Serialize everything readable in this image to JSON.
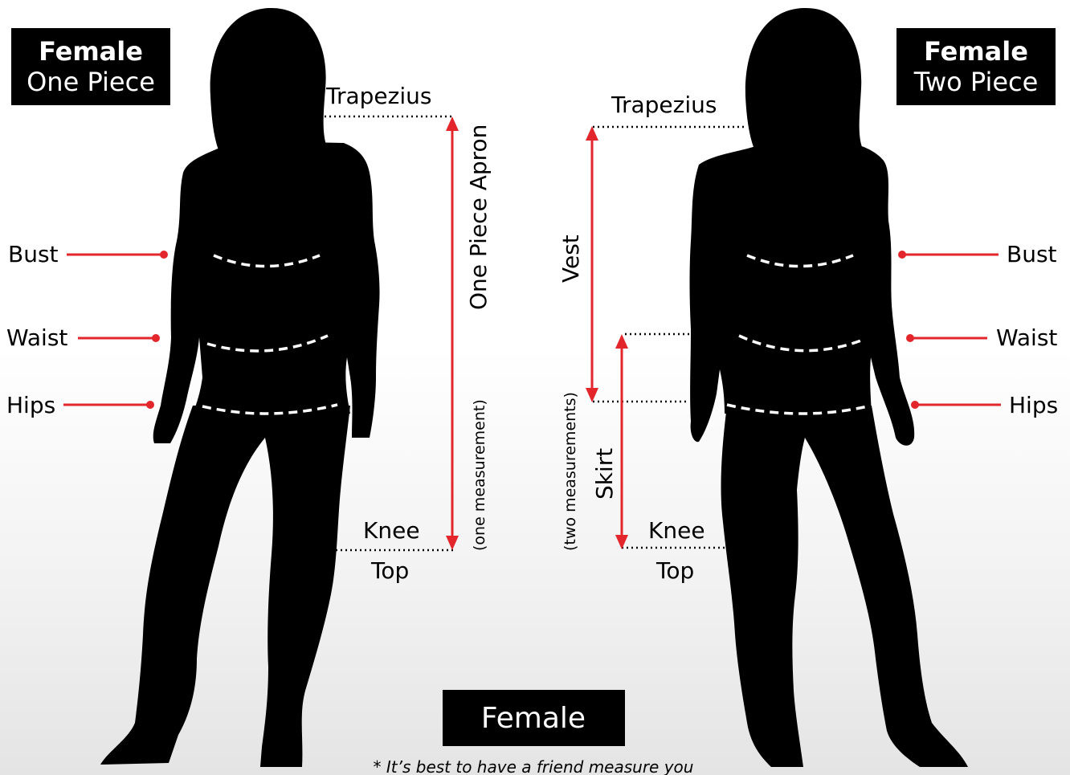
{
  "colors": {
    "accent_red": "#e3262b",
    "silhouette": "#000000",
    "title_box": "#000000",
    "title_text": "#ffffff"
  },
  "left_panel": {
    "title_bold": "Female",
    "title_sub": "One Piece",
    "labels": {
      "trapezius": "Trapezius",
      "bust": "Bust",
      "waist": "Waist",
      "hips": "Hips",
      "knee": "Knee",
      "top": "Top"
    },
    "measure_label": "One Piece Apron",
    "measure_note": "(one measurement)"
  },
  "right_panel": {
    "title_bold": "Female",
    "title_sub": "Two Piece",
    "labels": {
      "trapezius": "Trapezius",
      "bust": "Bust",
      "waist": "Waist",
      "hips": "Hips",
      "knee": "Knee",
      "top": "Top"
    },
    "vest_label": "Vest",
    "skirt_label": "Skirt",
    "measure_note": "(two measurements)"
  },
  "center": {
    "title": "Female",
    "footnote": "* It’s best to have a friend measure you"
  }
}
